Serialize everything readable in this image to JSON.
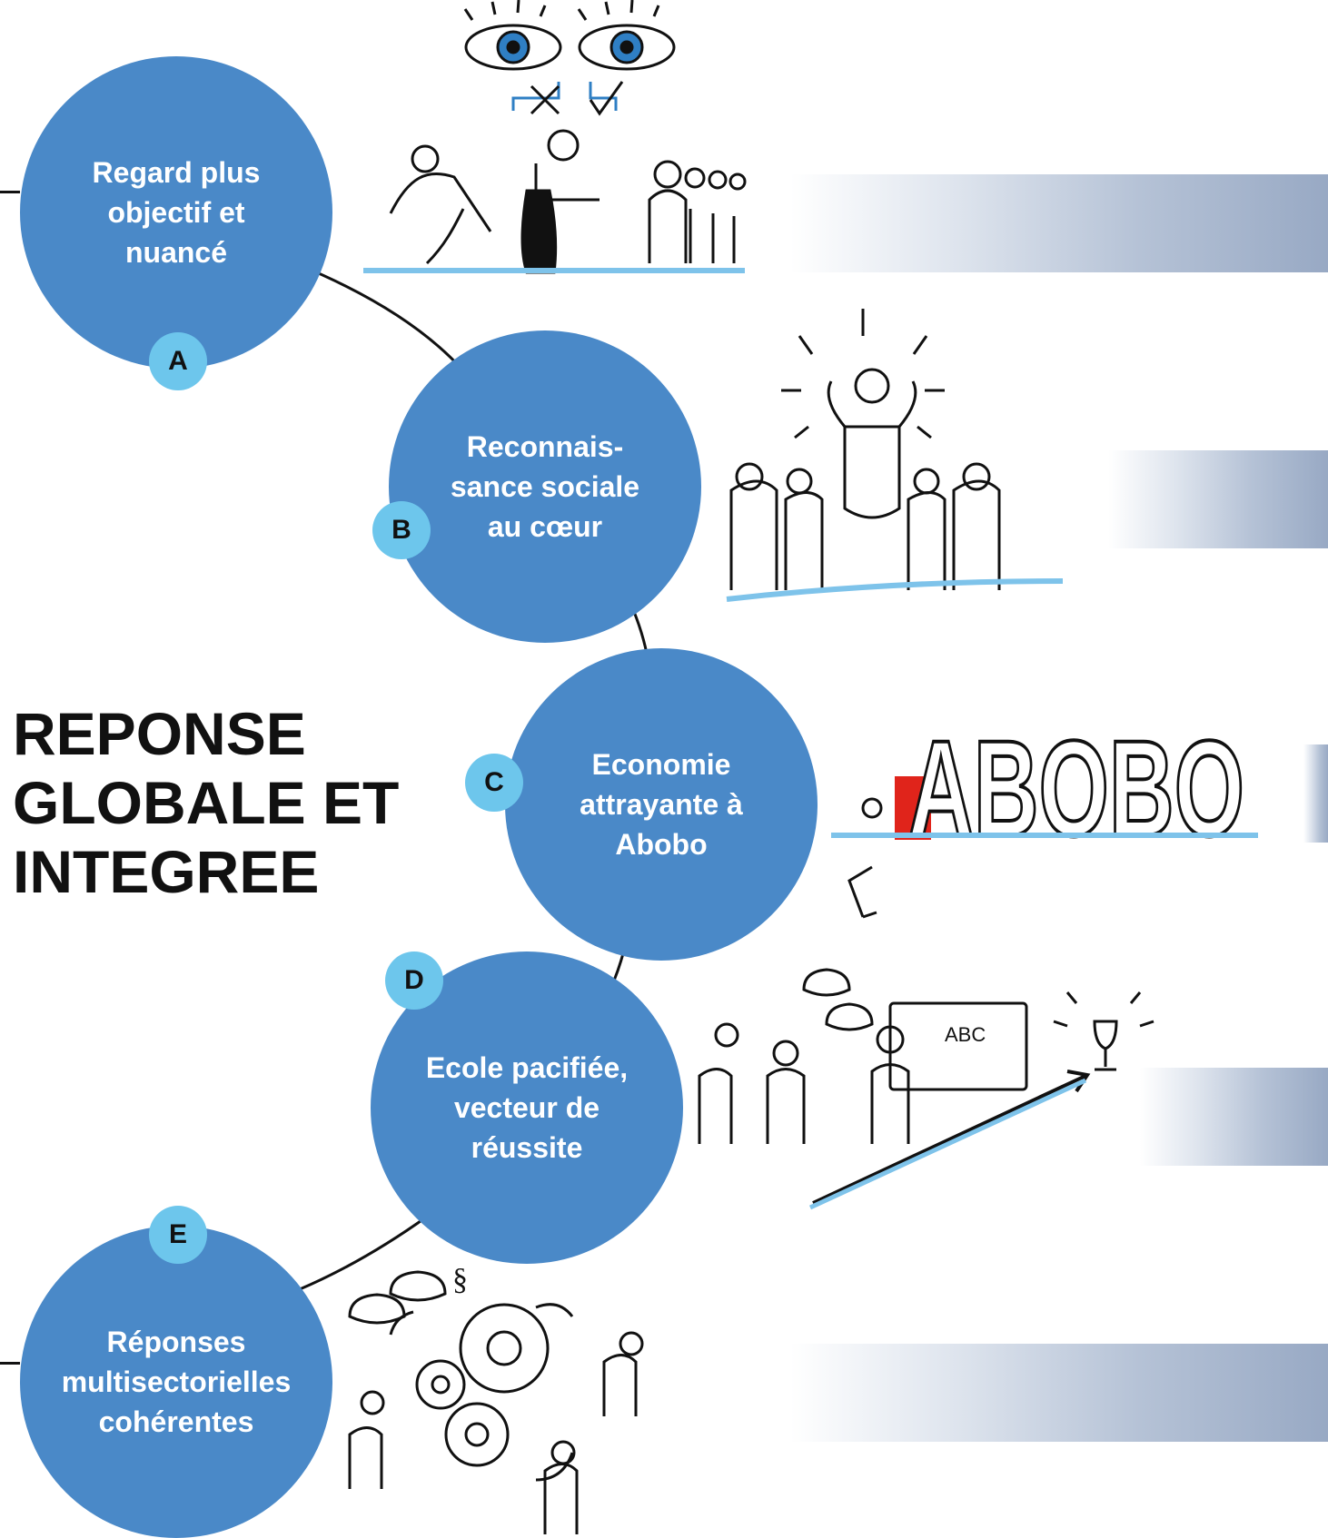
{
  "title": {
    "lines": [
      "REPONSE",
      "GLOBALE ET",
      "INTEGREE"
    ]
  },
  "colors": {
    "circle": "#4a89c8",
    "badge": "#6dc6ec",
    "bar_end": "#98a9c4",
    "connector": "#111111",
    "sketch_blue": "#7ec3ea"
  },
  "nodes": [
    {
      "letter": "A",
      "lines": [
        "Regard plus",
        "objectif et",
        "nuancé"
      ]
    },
    {
      "letter": "B",
      "lines": [
        "Reconnais-",
        "sance sociale",
        "au cœur"
      ]
    },
    {
      "letter": "C",
      "lines": [
        "Economie",
        "attrayante à",
        "Abobo"
      ]
    },
    {
      "letter": "D",
      "lines": [
        "Ecole pacifiée,",
        "vecteur de",
        "réussite"
      ]
    },
    {
      "letter": "E",
      "lines": [
        "Réponses",
        "multisectorielles",
        "cohérentes"
      ]
    }
  ],
  "illustrations": {
    "abobo_letters": "ABOBO",
    "board_text": "ABC",
    "section_sign": "§"
  }
}
